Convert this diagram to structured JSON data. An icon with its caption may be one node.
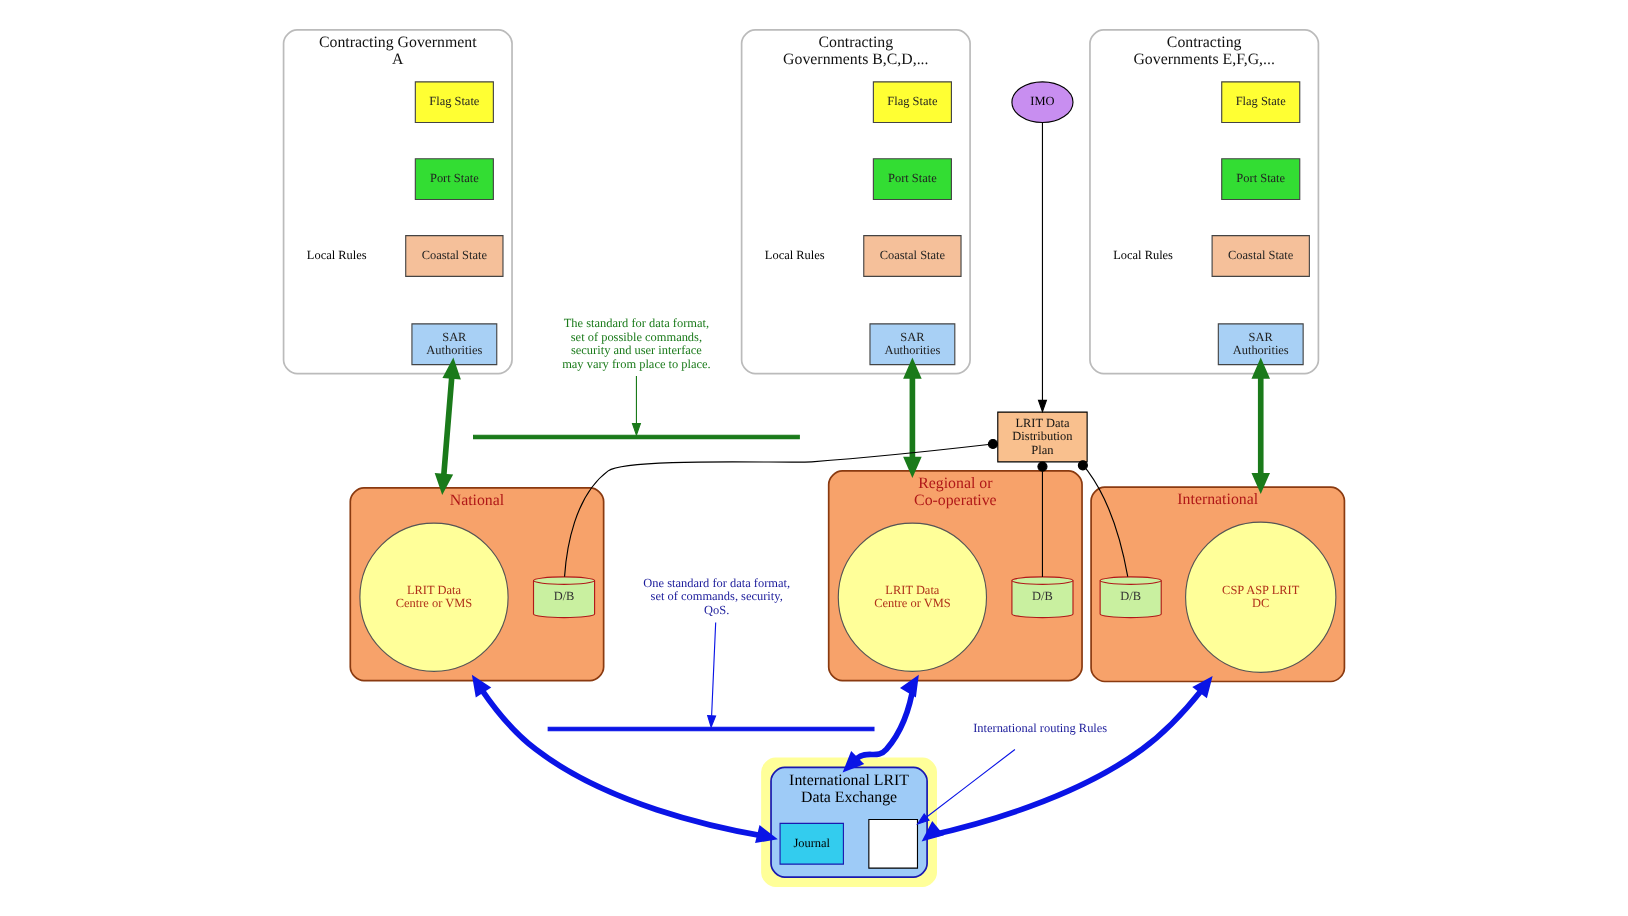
{
  "diagram": {
    "nodes": [
      {
        "text": [
          "Contracting Government A"
        ],
        "beside": [
          "Local Rules"
        ]
      },
      {
        "text": [
          "Flag State"
        ],
        "in": 0
      },
      {
        "text": [
          "Port State"
        ],
        "in": 0
      },
      {
        "text": [
          "Coastal State"
        ],
        "in": 0
      },
      {
        "text": [
          "SAR Authorities"
        ],
        "in": 0
      },
      {
        "text": [
          "Contracting Governments B,C,D,..."
        ],
        "beside": [
          "Local Rules"
        ]
      },
      {
        "text": [
          "Flag State"
        ],
        "in": 5
      },
      {
        "text": [
          "Port State"
        ],
        "in": 5
      },
      {
        "text": [
          "Coastal State"
        ],
        "in": 5
      },
      {
        "text": [
          "SAR Authorities"
        ],
        "in": 5
      },
      {
        "text": [
          "Contracting Governments E,F,G,..."
        ],
        "beside": [
          "Local Rules"
        ]
      },
      {
        "text": [
          "Flag State"
        ],
        "in": 10
      },
      {
        "text": [
          "Port State"
        ],
        "in": 10
      },
      {
        "text": [
          "Coastal State"
        ],
        "in": 10
      },
      {
        "text": [
          "SAR Authorities"
        ],
        "in": 10
      },
      {
        "text": [
          "National"
        ]
      },
      {
        "text": [
          "LRIT Data Centre or VMS"
        ],
        "in": 15
      },
      {
        "text": [
          "D/B"
        ],
        "in": 15
      },
      {
        "text": [
          "Regional or Co-operative"
        ]
      },
      {
        "text": [
          "LRIT Data Centre or VMS"
        ],
        "in": 18
      },
      {
        "text": [
          "D/B"
        ],
        "in": 18
      },
      {
        "text": [
          "International"
        ]
      },
      {
        "text": [
          "CSP ASP LRIT DC"
        ],
        "in": 21
      },
      {
        "text": [
          "D/B"
        ],
        "in": 21
      },
      {
        "text": [
          "IMO"
        ]
      },
      {
        "text": [
          "LRIT Data Distribution Plan"
        ]
      },
      {
        "text": [],
        "shape": "cloud"
      },
      {
        "text": [
          "International LRIT Data Exchange"
        ],
        "in": 26
      },
      {
        "text": [
          "Journal"
        ],
        "in": 27
      },
      {
        "text": [],
        "shape": "box",
        "in": 27
      },
      {
        "text": [
          "International routing Rules"
        ]
      },
      {
        "text": [
          "The standard for data format, set of possible commands, security and user interface may vary from place to place."
        ]
      },
      {
        "text": [],
        "shape": "bar"
      },
      {
        "text": [],
        "shape": "bar"
      },
      {
        "text": [
          "One standard for data format, set of commands, security, QoS."
        ]
      }
    ],
    "edges": [
      {
        "from": 4,
        "to": 15,
        "arrow": "both",
        "style": "thick",
        "color": "#1a7a1a"
      },
      {
        "from": 9,
        "to": 18,
        "arrow": "both",
        "style": "thick",
        "color": "#1a7a1a"
      },
      {
        "from": 14,
        "to": 21,
        "arrow": "both",
        "style": "thick",
        "color": "#1a7a1a"
      },
      {
        "from": 24,
        "to": 25,
        "arrow": "to",
        "color": "#000000"
      },
      {
        "from": 25,
        "to": 17,
        "arrow": "other",
        "color": "#000000"
      },
      {
        "from": 25,
        "to": 20,
        "arrow": "other",
        "color": "#000000"
      },
      {
        "from": 25,
        "to": 23,
        "arrow": "other",
        "color": "#000000"
      },
      {
        "from": 15,
        "to": 27,
        "arrow": "both",
        "style": "thick",
        "color": "#0a14e6"
      },
      {
        "from": 18,
        "to": 27,
        "arrow": "both",
        "style": "thick",
        "color": "#0a14e6"
      },
      {
        "from": 21,
        "to": 27,
        "arrow": "both",
        "style": "thick",
        "color": "#0a14e6"
      },
      {
        "from": 31,
        "to": 32,
        "arrow": "to",
        "color": "#1a7a1a"
      },
      {
        "from": 34,
        "to": 33,
        "arrow": "to",
        "color": "#0a14e6"
      },
      {
        "from": 30,
        "to": 29,
        "arrow": "to",
        "color": "#0a14e6"
      }
    ]
  }
}
